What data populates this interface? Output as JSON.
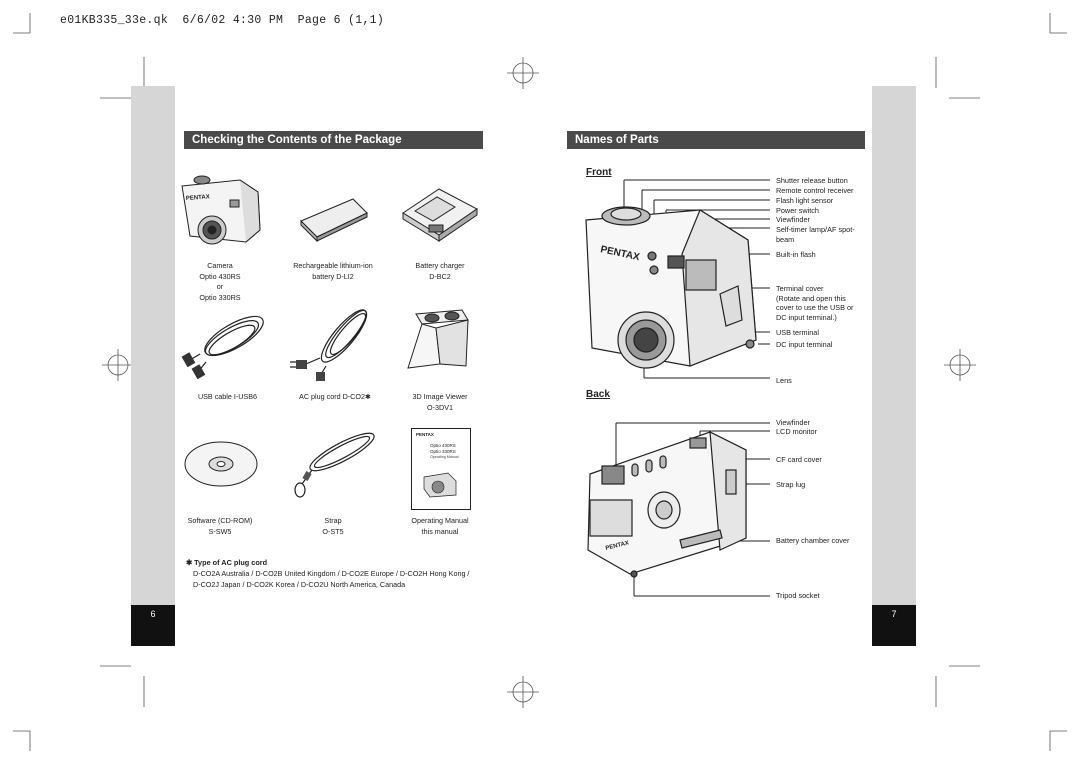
{
  "slug": "e01KB335_33e.qk  6/6/02 4:30 PM  Page 6 (1,1)",
  "left_page": {
    "title": "Checking the Contents of the Package",
    "page_number": "6",
    "items": [
      {
        "caption": "Camera\nOptio 430RS\nor\nOptio 330RS",
        "icon": "camera-icon"
      },
      {
        "caption": "Rechargeable lithium-ion\nbattery D-LI2",
        "icon": "battery-icon"
      },
      {
        "caption": "Battery charger\nD-BC2",
        "icon": "charger-icon"
      },
      {
        "caption": "USB cable I-USB6",
        "icon": "usb-cable-icon"
      },
      {
        "caption": "AC plug cord D-CO2✱",
        "icon": "ac-cord-icon"
      },
      {
        "caption": "3D Image Viewer\nO-3DV1",
        "icon": "viewer-icon"
      },
      {
        "caption": "Software (CD-ROM)\nS-SW5",
        "icon": "cd-rom-icon"
      },
      {
        "caption": "Strap\nO-ST5",
        "icon": "strap-icon"
      },
      {
        "caption": "Operating Manual\nthis manual",
        "icon": "manual-icon"
      }
    ],
    "note": {
      "heading": "✱ Type of AC plug cord",
      "text": "D-CO2A  Australia / D-CO2B  United Kingdom / D-CO2E  Europe / D-CO2H  Hong Kong / D-CO2J  Japan / D-CO2K  Korea / D-CO2U  North America, Canada"
    },
    "brand_text": "PENTAX",
    "manual_cover_lines": [
      "PENTAX",
      "Optio 430RS",
      "Optio 330RS",
      "Operating Manual"
    ]
  },
  "right_page": {
    "title": "Names of Parts",
    "page_number": "7",
    "front": {
      "heading": "Front",
      "brand": "PENTAX",
      "labels": [
        "Shutter release button",
        "Remote control receiver",
        "Flash light sensor",
        "Power switch",
        "Viewfinder",
        "Self-timer lamp/AF spot-\nbeam",
        "Built-in flash",
        "Terminal cover\n(Rotate and open this\ncover to use the USB or\nDC input terminal.)",
        "USB terminal",
        "DC input terminal",
        "Lens"
      ]
    },
    "back": {
      "heading": "Back",
      "brand": "PENTAX",
      "labels": [
        "Viewfinder",
        "LCD monitor",
        "CF card cover",
        "Strap lug",
        "Battery chamber cover",
        "Tripod socket"
      ]
    }
  }
}
